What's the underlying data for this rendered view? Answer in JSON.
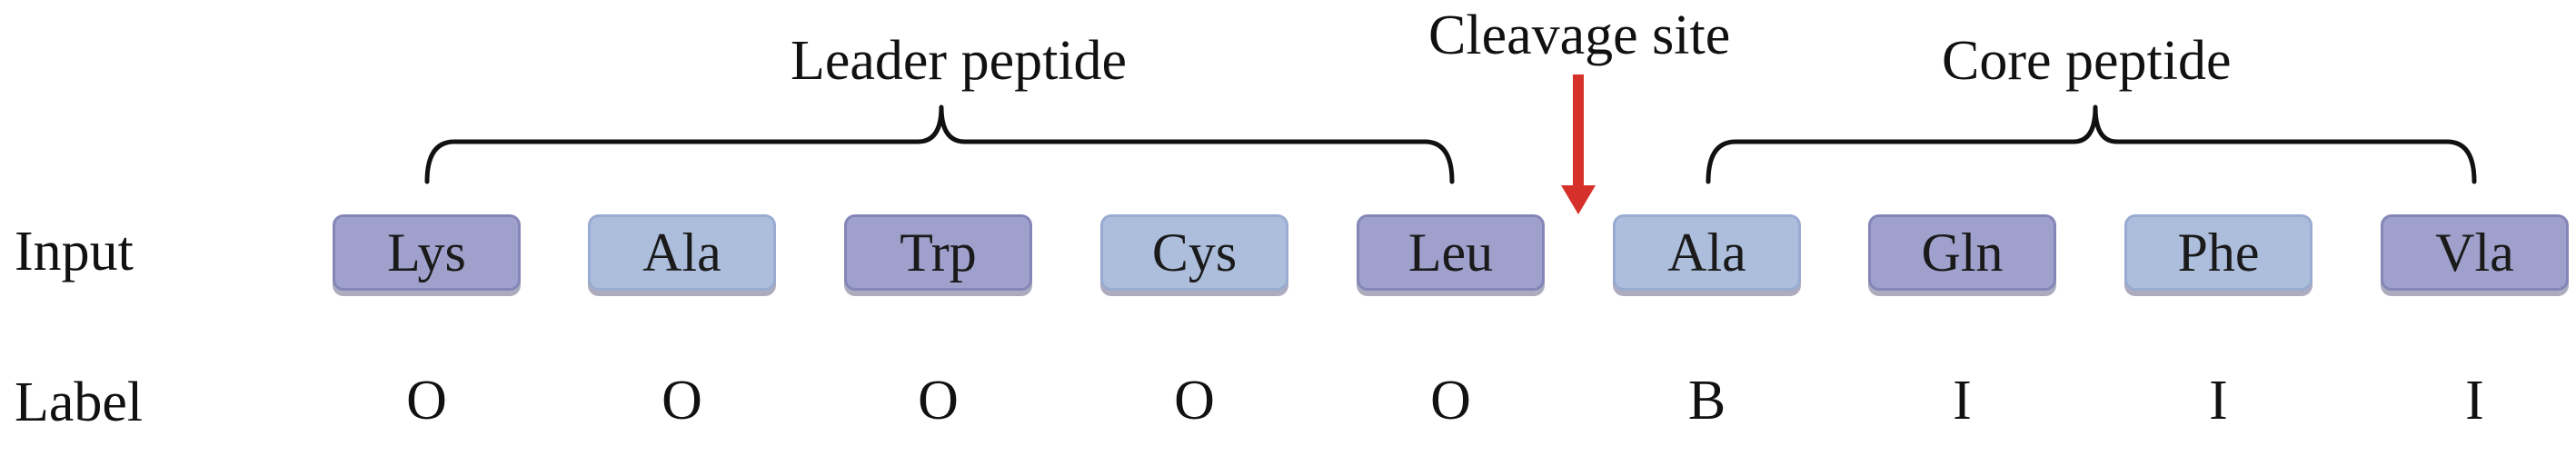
{
  "rows": {
    "input_label": "Input",
    "label_label": "Label"
  },
  "tokens": [
    {
      "text": "Lys",
      "label": "O",
      "tone": "dark"
    },
    {
      "text": "Ala",
      "label": "O",
      "tone": "light"
    },
    {
      "text": "Trp",
      "label": "O",
      "tone": "dark"
    },
    {
      "text": "Cys",
      "label": "O",
      "tone": "light"
    },
    {
      "text": "Leu",
      "label": "O",
      "tone": "dark"
    },
    {
      "text": "Ala",
      "label": "B",
      "tone": "light"
    },
    {
      "text": "Gln",
      "label": "I",
      "tone": "dark"
    },
    {
      "text": "Phe",
      "label": "I",
      "tone": "light"
    },
    {
      "text": "Vla",
      "label": "I",
      "tone": "dark"
    }
  ],
  "groups": {
    "leader": "Leader peptide",
    "core": "Core peptide",
    "cleavage": "Cleavage site"
  },
  "colors": {
    "dark_token": "#9fa0cc",
    "light_token": "#adbedd",
    "arrow": "#d6302a",
    "bracket": "#111111"
  }
}
